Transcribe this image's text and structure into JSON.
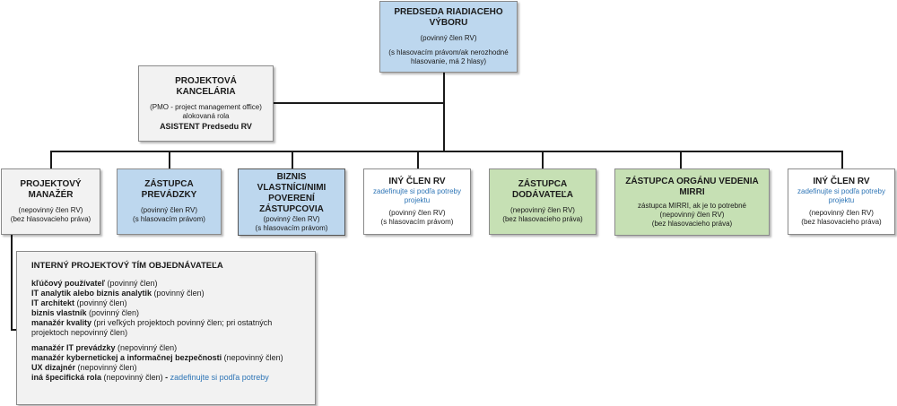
{
  "chair": {
    "title": "PREDSEDA RIADIACEHO VÝBORU",
    "line1": "(povinný člen RV)",
    "line2": "(s hlasovacím právom/ak nerozhodné hlasovanie, má 2 hlasy)"
  },
  "pmo": {
    "title": "PROJEKTOVÁ KANCELÁRIA",
    "line1": "(PMO - project management office)",
    "line2": "alokovaná rola",
    "role": "ASISTENT Predsedu RV"
  },
  "members": [
    {
      "title": "PROJEKTOVÝ MANAŽÉR",
      "note": "",
      "line1": "(nepovinný člen RV)",
      "line2": "(bez hlasovacieho práva)"
    },
    {
      "title": "ZÁSTUPCA PREVÁDZKY",
      "note": "",
      "line1": "(povinný člen RV)",
      "line2": "(s hlasovacím právom)"
    },
    {
      "title": "BIZNIS VLASTNÍCI/NIMI POVERENÍ ZÁSTUPCOVIA",
      "note": "",
      "line1": "(povinný člen RV)",
      "line2": "(s hlasovacím právom)"
    },
    {
      "title": "INÝ ČLEN RV",
      "note": "zadefinujte si podľa potreby projektu",
      "line1": "(povinný člen RV)",
      "line2": "(s hlasovacím právom)"
    },
    {
      "title": "ZÁSTUPCA DODÁVATEĽA",
      "note": "",
      "line1": "(nepovinný člen RV)",
      "line2": "(bez hlasovacieho práva)"
    },
    {
      "title": "ZÁSTUPCA ORGÁNU VEDENIA MIRRI",
      "note": "",
      "line0": "zástupca MIRRI, ak je to potrebné",
      "line1": "(nepovinný člen RV)",
      "line2": "(bez hlasovacieho práva)"
    },
    {
      "title": "INÝ ČLEN RV",
      "note": "zadefinujte si podľa potreby projektu",
      "line1": "(nepovinný člen RV)",
      "line2": "(bez hlasovacieho práva)"
    }
  ],
  "team": {
    "title": "INTERNÝ PROJEKTOVÝ TÍM OBJEDNÁVATEĽA",
    "items": [
      {
        "role": "kľúčový používateľ",
        "status": " (povinný člen)"
      },
      {
        "role": "IT analytik alebo biznis analytik",
        "status": " (povinný člen)"
      },
      {
        "role": "IT architekt",
        "status": " (povinný člen)"
      },
      {
        "role": "biznis vlastník",
        "status": " (povinný člen)"
      },
      {
        "role": "manažér kvality",
        "status": " (pri veľkých projektoch povinný člen; pri  ostatných projektoch nepovinný člen)"
      },
      {
        "role": "manažér IT prevádzky",
        "status": " (nepovinný člen)"
      },
      {
        "role": "manažér kybernetickej a informačnej bezpečnosti",
        "status": " (nepovinný člen)"
      },
      {
        "role": "UX dizajnér",
        "status": " (nepovinný člen)"
      },
      {
        "role": "iná špecifická rola",
        "status": " (nepovinný člen)",
        "dash": " - ",
        "note": "zadefinujte si podľa potreby"
      }
    ]
  },
  "colors": {
    "blue": "#bdd7ee",
    "green": "#c6e0b4",
    "gray": "#f2f2f2",
    "note": "#2e75b6"
  }
}
